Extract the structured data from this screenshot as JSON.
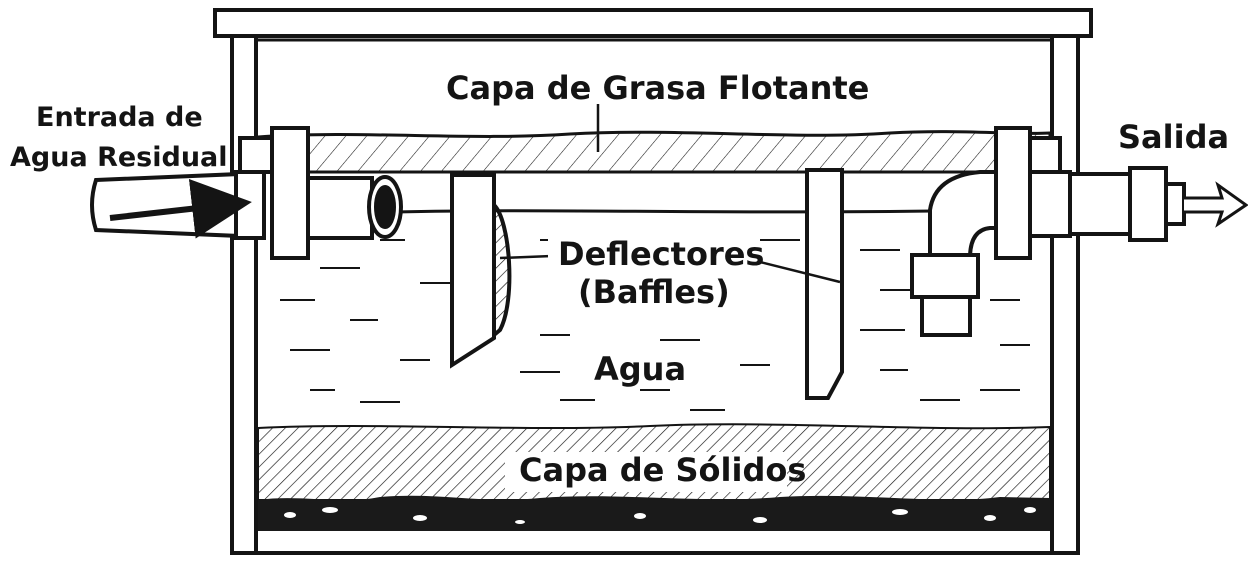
{
  "labels": {
    "inlet_line1": "Entrada de",
    "inlet_line2": "Agua Residual",
    "grease_layer": "Capa de Grasa Flotante",
    "outlet": "Salida",
    "baffles_line1": "Deflectores",
    "baffles_line2": "(Baffles)",
    "water": "Agua",
    "solids_layer": "Capa de Sólidos"
  },
  "colors": {
    "ink": "#141414",
    "paper": "#ffffff",
    "sludge": "#1a1a1a"
  }
}
